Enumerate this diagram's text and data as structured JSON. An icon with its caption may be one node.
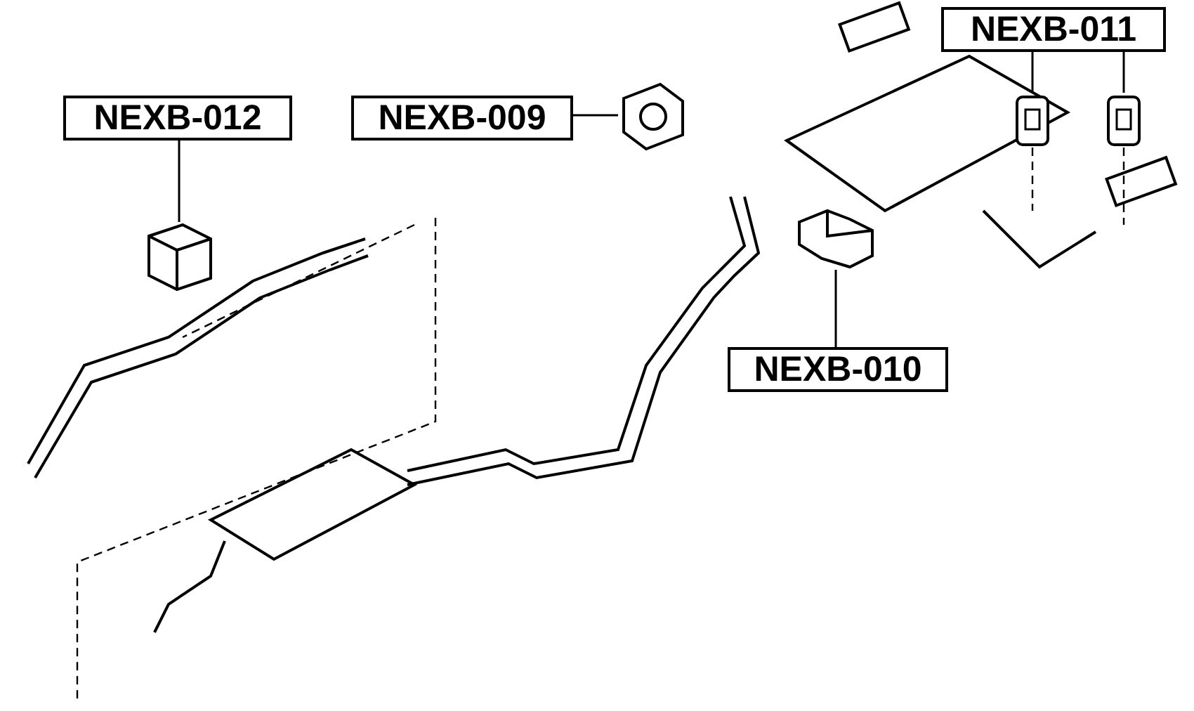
{
  "diagram": {
    "nodes": [
      {
        "text": [
          "NEXB-012"
        ]
      },
      {
        "text": [
          "NEXB-009"
        ]
      },
      {
        "text": [
          "NEXB-011"
        ]
      },
      {
        "text": [
          "NEXB-010"
        ]
      },
      {
        "text": [],
        "shape": "picture"
      },
      {
        "text": [],
        "shape": "picture"
      },
      {
        "text": [],
        "shape": "picture"
      },
      {
        "text": [],
        "shape": "picture"
      },
      {
        "text": [],
        "shape": "picture"
      }
    ],
    "edges": [
      {
        "from": 0,
        "to": 4,
        "arrow": "none"
      },
      {
        "from": 1,
        "to": 5,
        "arrow": "none"
      },
      {
        "from": 2,
        "to": 6,
        "arrow": "none"
      },
      {
        "from": 2,
        "to": 7,
        "arrow": "none"
      },
      {
        "from": 3,
        "to": 8,
        "arrow": "none"
      }
    ]
  }
}
